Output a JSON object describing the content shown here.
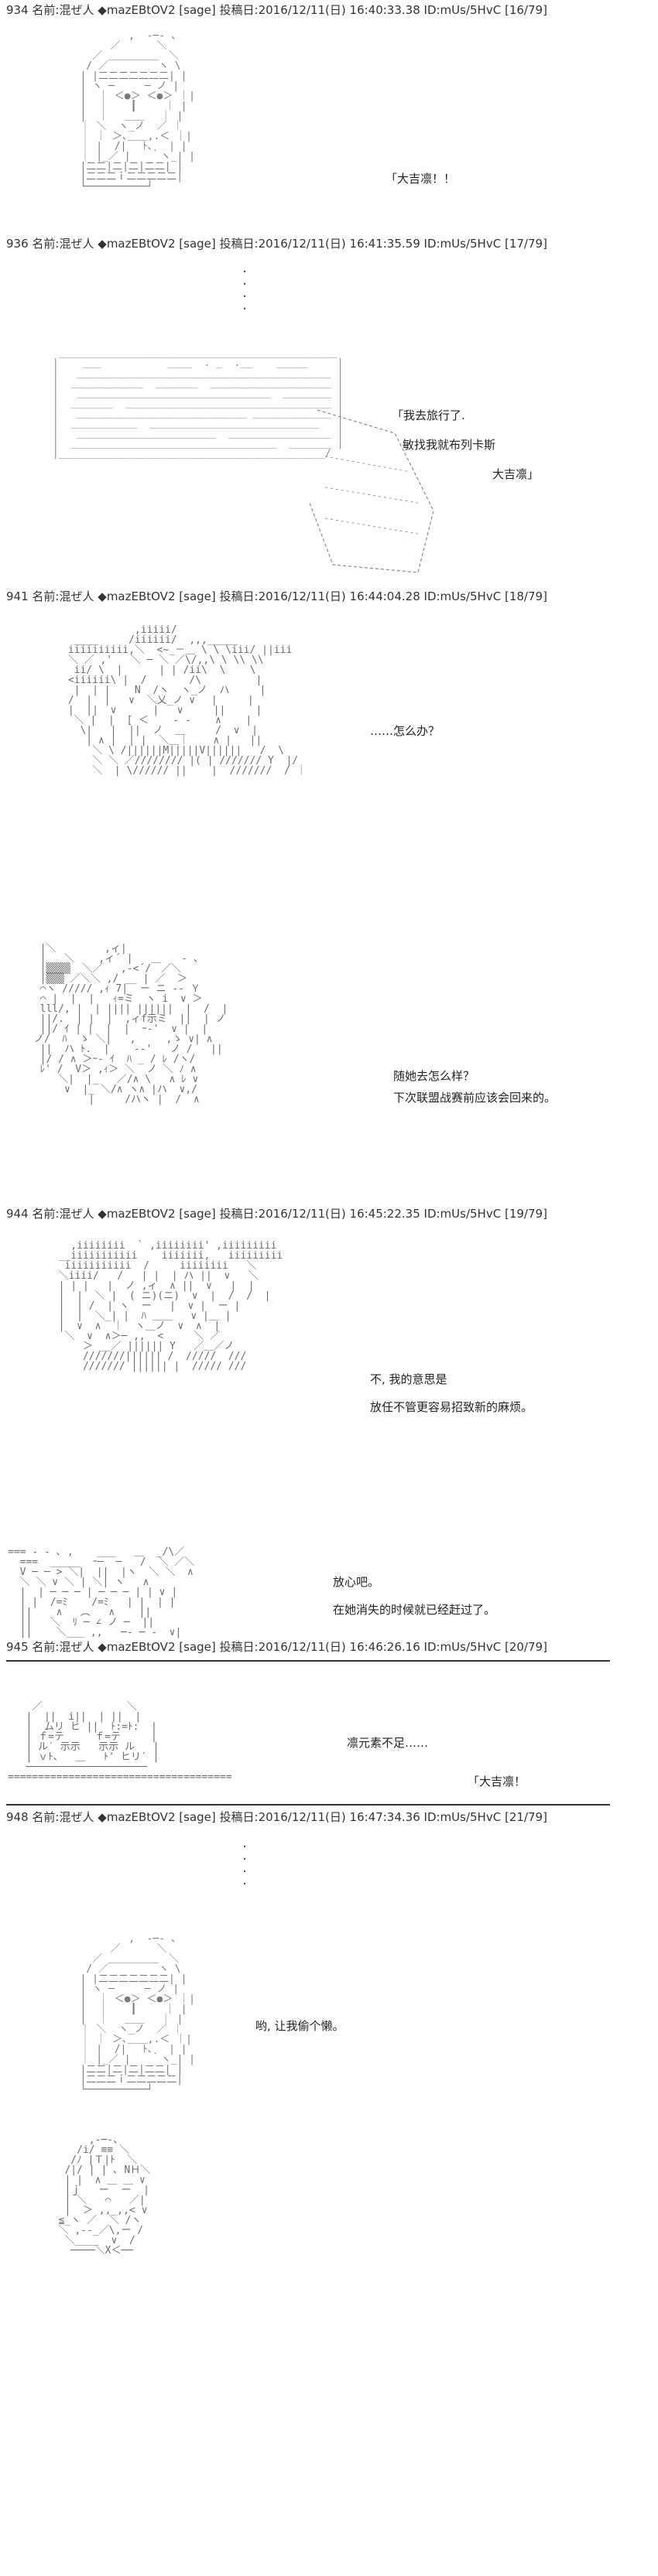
{
  "posts": [
    {
      "num": "934",
      "name_label": "名前:",
      "name": "混ぜ人",
      "trip": "◆mazEBtOV2",
      "mail": "[sage]",
      "date_label": "投稿日:",
      "date": "2016/12/11(日) 16:40:33.38",
      "id": "ID:mUs/5HvC",
      "page": "[16/79]"
    },
    {
      "num": "936",
      "name_label": "名前:",
      "name": "混ぜ人",
      "trip": "◆mazEBtOV2",
      "mail": "[sage]",
      "date_label": "投稿日:",
      "date": "2016/12/11(日) 16:41:35.59",
      "id": "ID:mUs/5HvC",
      "page": "[17/79]"
    },
    {
      "num": "941",
      "name_label": "名前:",
      "name": "混ぜ人",
      "trip": "◆mazEBtOV2",
      "mail": "[sage]",
      "date_label": "投稿日:",
      "date": "2016/12/11(日) 16:44:04.28",
      "id": "ID:mUs/5HvC",
      "page": "[18/79]"
    },
    {
      "num": "944",
      "name_label": "名前:",
      "name": "混ぜ人",
      "trip": "◆mazEBtOV2",
      "mail": "[sage]",
      "date_label": "投稿日:",
      "date": "2016/12/11(日) 16:45:22.35",
      "id": "ID:mUs/5HvC",
      "page": "[19/79]"
    },
    {
      "num": "945",
      "name_label": "名前:",
      "name": "混ぜ人",
      "trip": "◆mazEBtOV2",
      "mail": "[sage]",
      "date_label": "投稿日:",
      "date": "2016/12/11(日) 16:46:26.16",
      "id": "ID:mUs/5HvC",
      "page": "[20/79]"
    },
    {
      "num": "948",
      "name_label": "名前:",
      "name": "混ぜ人",
      "trip": "◆mazEBtOV2",
      "mail": "[sage]",
      "date_label": "投稿日:",
      "date": "2016/12/11(日) 16:47:34.36",
      "id": "ID:mUs/5HvC",
      "page": "[21/79]"
    }
  ],
  "dialog": {
    "daikichi_1": "「大吉凛！！",
    "travel_line1": "「我去旅行了.",
    "travel_line2": "敏找我就布列卡斯",
    "travel_line3": "大吉凛」",
    "what_now": "……怎么办？",
    "what_q_line1": "随她去怎么样？",
    "what_q_line2": "下次联盟战赛前应该会回来的。",
    "no_line1": "不, 我的意思是",
    "no_line2": "放任不管更容易招致新的麻烦。",
    "relax_line1": "放心吧。",
    "relax_line2": "在她消失的时候就已经赶过了。",
    "rin_short": "凛元素不足……",
    "daikichi_2": "「大吉凛！",
    "lazy": "哟, 让我偷个懒。"
  },
  "art": {
    "rin_head": "           ,  -─- 、\n        ／　　　 ＼\n     ／　　　　　　 ＼\n    / ／￣￣￣￣￣ヽ \\\n   | |二二二二二二二| |\n   | ヽ ─　　　─ ノ |\n   |  ｜ ＜●＞ ＜●＞ ｜|\n   |  ｜　  ┃　   ｜ |\n   |  ｜　 ＿＿　 ｜ |\n   ｜ ＼  ヽ_ノ  ／ ｜\n   ｜ ｜ ＞､＿＿,.＜ ｜|\n   ｜ |  /|　 ﾄ､ 　| |\n   ｜ |_／ |　　｀ヽ_| |\n   |二二|二|二|二二| |\n   |二二二ｉ二二二二二|\n   └──────────┘",
    "letter": "  ______________________________________________\n |    ___           ____  . _  .__    _____     |\n |   __________________________________________ |\n |  ____________  _______  ____________________ |\n |   ________________________________  ________ |\n |  _______  __________________________________ |\n |   ____________________________ _____________ |\n |  ___________  ____________________________   |\n |   _______________________  _________________ |\n |  __________________________________  _______ |\n |____________________________________________/",
    "twins": "            ,iiiii/   \n  ____     /iiiiii/  ,,,_____\n iiiiiiiiii,＼  <~_－＿ \\ \\ \\iii/ ||iii\n ＼ ／ ,'   ＼ ─ ＼ ／\\/,,\\ \\ \\\\ \\\\\n  ii/ \\  |      | | /ii\\  \\    \\\n <iiiiii\\ |  /       /\\         |\n  |  | |    N  /ヽ  ヽ_ノ  ハ     |\n /  |  |   ∨  ＼乂_ノ ∨　 |     |\n |  ||  ∨      |   ∨     ||     |\n  ＼ |  |  [ ＜    - -    ∧    |\n   \\|   |  ||  ノ  ＿     /  ∨  |\n    | ∧ |  | |  ＼＿｜    ∧ |   ||\n     ＼ \\ /||||||M|||||V||||||   /  \\\n     ＼ ＼ ／//////// |( | /////// Y  |/\n     ＼  | \\////// ||    |  ///////  / ｜",
    "rin_glasses": "  |＼        ,ィ|\n  |   ＼    ,ィ´ |        - 、\n  |▒▒▒▒  ＼／   ,-<´/￣／＼\n  |▒▒▒ ／＼＼ ,/ __ | ／  ＞\n  ⌒ヽ ///// ,ｨ 7|  ー ニ ‐- Ｙ\n  ⌒ |  |  |   ｨ=ミ  ヽ i  ∨ ＞\n  lll/, |  | |||| ||||||  |  /  |\n  ||/.  | |  |  ,ィf示ミ  ||  | ノ\n  ||/ ｲ | |  |  |  ｰ‐'  ∨ |  |\n ノ/  ﾊ  ゝ ＼|   ,     ,ゝ ∨| ∧\n  ||  ハ ﾄ.  |    -‐'   ノ /   ||\n  |/ / ∧ ＞ｰ- ｲ  ﾊ _ / ﾚ /ヽ/\n  ﾚ' /  V＞ ,ｨ＞ ＼  ノ ＼ ﾉ ∧\n     ＼|  |_   ／/∧ \\   ∧ ﾚ ∨\n      ∨  |_ ＼/∧ ヽ∧ |ハ  ∨,/\n          |     /ハヽ |  /  ∧",
    "twins2": "    ,iiiiiiii  ` ,iiiiiiii' ,iiiiiiiii   \n  __iiiiiiiiiii    iiiiiii,   iiiiiiiii  \n   iiiiiiiiiii  /     iiiiiiii   ＼   \n  ＼iiii/   /   | |  | ハ ||  ∨   ＼ \n  | | |   |  ノ ,ィ  ∧ ||  ∨   |  |\n  |  |  ＼ |  ( ニ)(ニ)  ∨  |  /  /  |\n  |  | /  | ヽ  ー   |  ∨ |  ー |\n  |  |  ＼_| |  ﾊ ＿＿   ∨ |＿ |\n  |  ∨  ∧  ｜  ヽ＿ノ  ∨  ∧  |\n   ＼  ∨  ∧＞─ ,,  <     ＼ ／\n      ＞ __／ |||||| Y   ／＿／ノ\n      ///////|||||| /  /////  ///\n      /////// |||||| |  ///// ///",
    "sleepy": "=== ‐ - ､ ,    ___   ＿  _/\\／\n  ===  _____  ｰ─  ─   /  ＼ ／＼\n  V ─ ─ > ＼|  ||  |ヽ  ＼ ＼  ∧\n  ＼ ＼ ∨ ＼ | ＼| ヽ   ∧\n  |  | ─ ─ ─ | ─ ─ ─ | | ∨ |\n  | |  /=ﾐ    /=ﾐ   | |  | |\n  ||    ∧   ︵   ∧    ||\n  ||   ＼  ﾘ ─ ∠ ノ ─  ||\n  ||    ＼___ ,,   ─- ─ -  ∨|",
    "face_low": "    ／              ＼\n   |  ||  i||  | ||  |\n   |  ムリ ヒ ||  ﾄ:=ﾄ:  |\n   | ｆ=テ     ｆ=テ     |\n   | ル′ 示示   示示 ル   |\n   | ｖﾄ、  ＿   ﾄ' ヒリ′ |\n   ────────────────────\n=====================================",
    "rin_head2": "           ,  -─- 、\n        ／　　　 ＼\n     ／　　　　　　 ＼\n    / ／￣￣￣￣￣ヽ \\\n   | |二二二二二二二| |\n   | ヽ ─　　　─ ノ |\n   |  ｜ ＜●＞ ＜●＞ ｜|\n   |  ｜　  ┃　   ｜ |\n   |  ｜　 ＿＿　 ｜ |\n   ｜ ＼  ヽ_ノ  ／ ｜\n   ｜ ｜ ＞､＿＿,.＜ ｜|\n   ｜ |  /|　 ﾄ､ 　| |\n   ｜ |_／ |　　｀ヽ_| |\n   |二二|二|二|二二| |\n   |二二二ｉ二二二二二|\n   └──────────┘",
    "sitting": "       ,-─-、\n     /i/ ≡≡ ＼\n    /ﾉ |Ｔ|ﾄ  ＼\n   /|/ | | ､ NＨ＼\n   | |  ∧ ＿ ＿ ∨\n   |ｊ   ー  ー  |\n   | ＼   ⌒   ／|\n   |  ＞ ,,_,,< ∨\n  ≦_ヽ ／  ＼ /ヽ\n  ＼ ,-‐_／\\,ー /\n   ＼____  ∨  /\n    ────＼X＜──"
  }
}
